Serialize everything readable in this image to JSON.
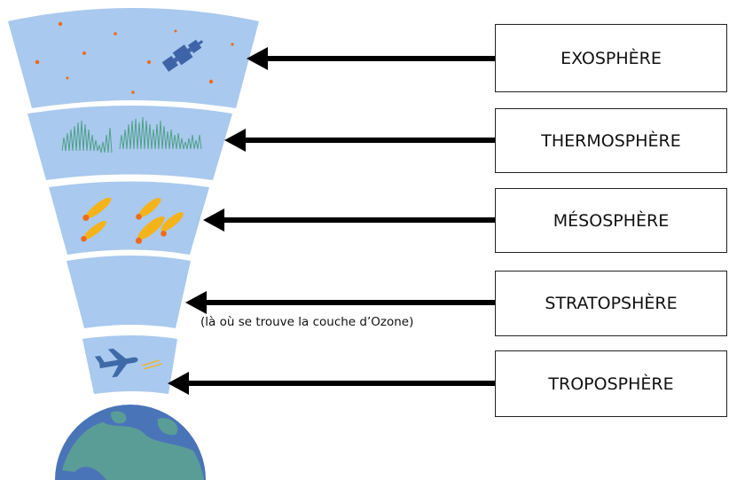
{
  "layers": [
    {
      "label": "EXOSPHÈRE",
      "icon": "satellite-icon"
    },
    {
      "label": "THERMOSPHÈRE",
      "icon": "aurora-icon"
    },
    {
      "label": "MÉSOSPHÈRE",
      "icon": "meteor-icon"
    },
    {
      "label": "STRATOPSHÈRE",
      "icon": ""
    },
    {
      "label": "TROPOSPHÈRE",
      "icon": "airplane-icon"
    }
  ],
  "stratosphere_note": "(là où se trouve la couche d’Ozone)",
  "colors": {
    "layer_fill": "#a9c9ee",
    "ocean": "#4a74b8",
    "land": "#5a9d96",
    "satellite": "#3f63a7",
    "aurora": "#4fa089",
    "meteor_tail": "#f5b31a",
    "meteor_head": "#ef6a16",
    "plane": "#3f6aa8",
    "dots": "#ee6a1a",
    "arrow": "#000000"
  }
}
